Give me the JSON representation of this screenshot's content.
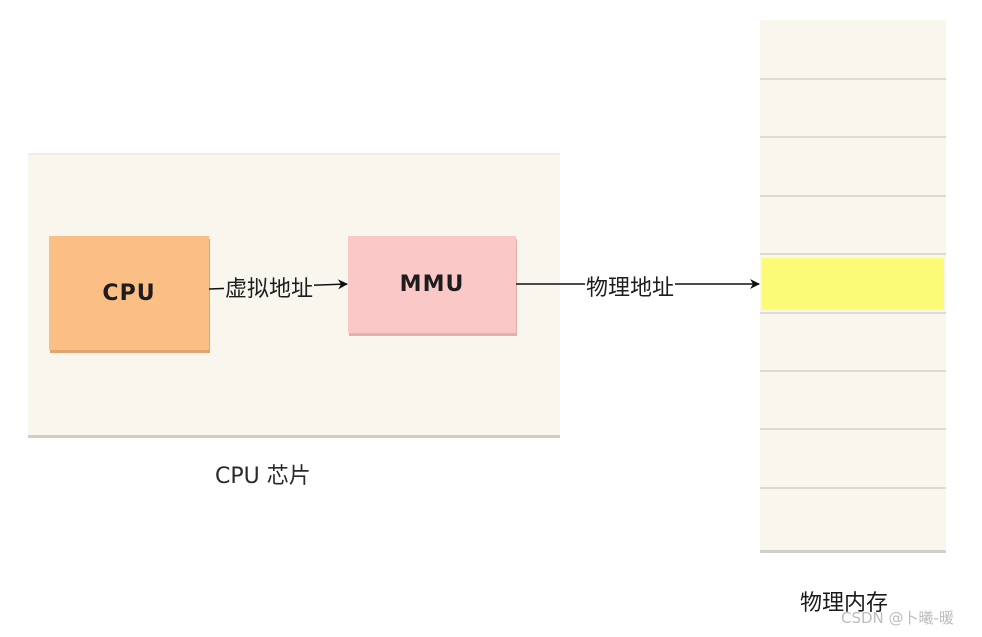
{
  "diagram": {
    "cpu_box_label": "CPU",
    "mmu_box_label": "MMU",
    "virtual_address_label": "虚拟地址",
    "physical_address_label": "物理地址",
    "chip_caption": "CPU 芯片",
    "memory_caption": "物理内存",
    "memory_slots": 9,
    "highlighted_slot": 5,
    "colors": {
      "chip_panel": "#f9f7ed",
      "cpu_box": "#fbbf85",
      "mmu_box": "#fbc8c8",
      "memory_highlight": "#fbfb78"
    }
  },
  "watermark": "CSDN @卜曦-暖"
}
